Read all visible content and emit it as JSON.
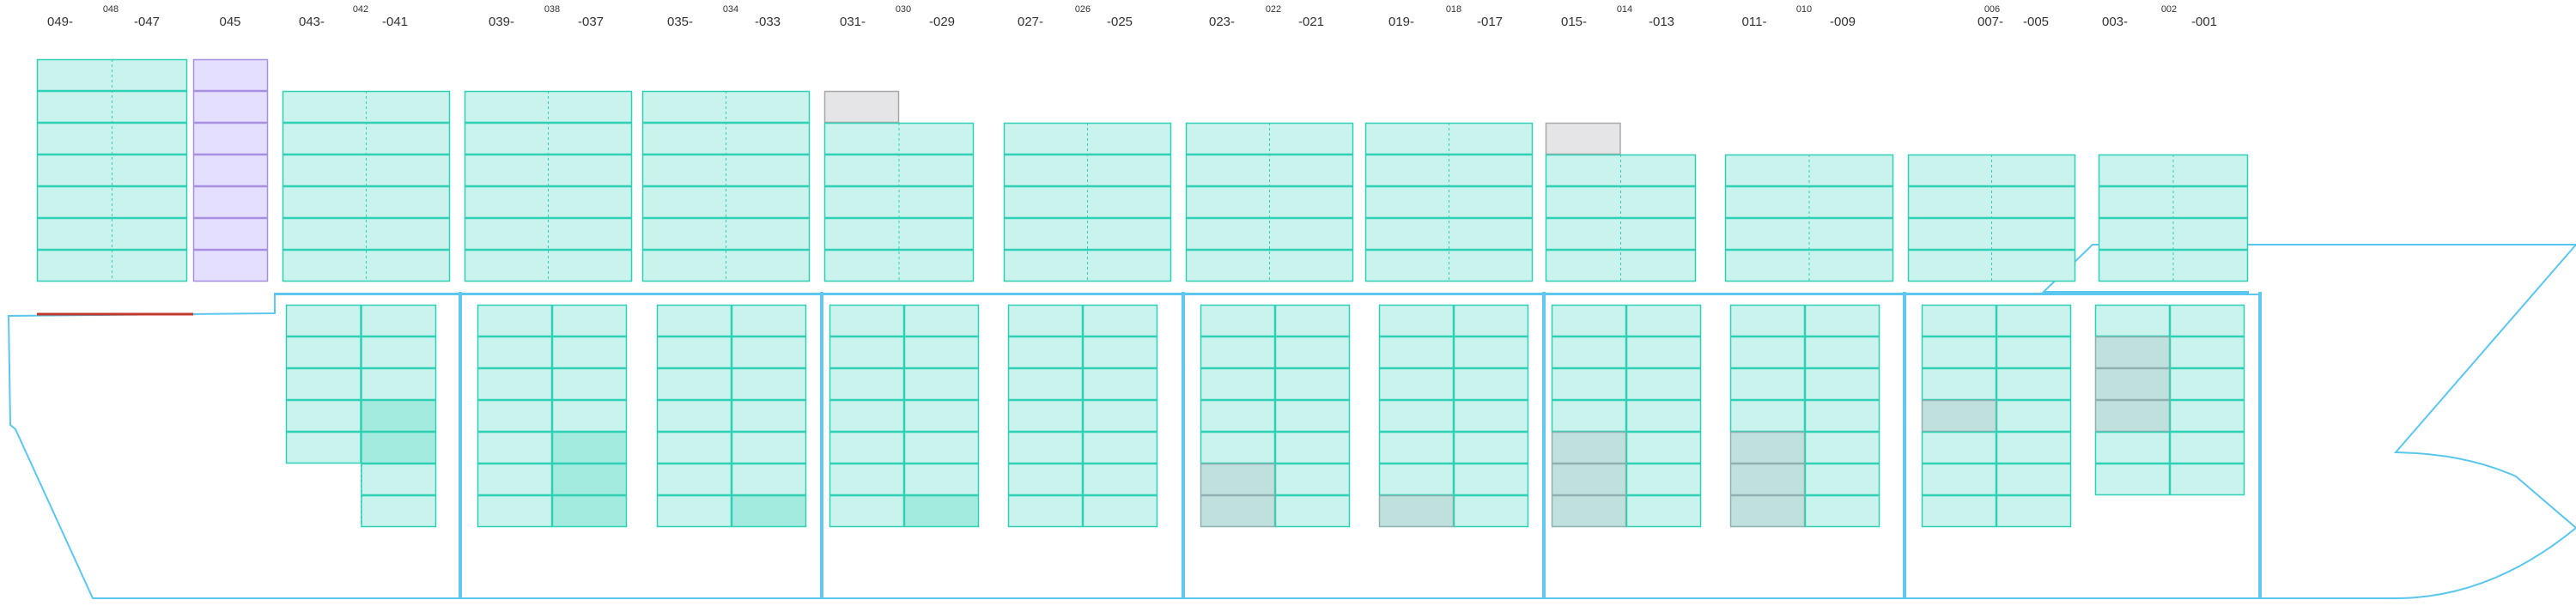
{
  "colors": {
    "hull": "#5bc6ee",
    "bulkhead": "#62c8f2",
    "cell_fill": "#c9f3ec",
    "cell_stroke": "#2fd0b5",
    "cell_hi_fill": "#a3eadf",
    "cell_reefer_fill": "#c0e0de",
    "cell_reefer_stroke": "#8fb0b0",
    "cell_grey_fill": "#e5e5e7",
    "cell_grey_stroke": "#a8a8a8",
    "cell_purple_fill": "#e4deff",
    "cell_purple_stroke": "#a98fe0",
    "red_line": "#c0392b",
    "label": "#333333"
  },
  "bays": [
    {
      "id": "b049",
      "main": "049",
      "sub": "048",
      "right": "047"
    },
    {
      "id": "b045",
      "main": "045",
      "sub": "",
      "right": ""
    },
    {
      "id": "b043",
      "main": "043",
      "sub": "042",
      "right": "041"
    },
    {
      "id": "b039",
      "main": "039",
      "sub": "038",
      "right": "037"
    },
    {
      "id": "b035",
      "main": "035",
      "sub": "034",
      "right": "033"
    },
    {
      "id": "b031",
      "main": "031",
      "sub": "030",
      "right": "029"
    },
    {
      "id": "b027",
      "main": "027",
      "sub": "026",
      "right": "025"
    },
    {
      "id": "b023",
      "main": "023",
      "sub": "022",
      "right": "021"
    },
    {
      "id": "b019",
      "main": "019",
      "sub": "018",
      "right": "017"
    },
    {
      "id": "b015",
      "main": "015",
      "sub": "014",
      "right": "013"
    },
    {
      "id": "b011",
      "main": "011",
      "sub": "010",
      "right": "009"
    },
    {
      "id": "b007",
      "main": "007",
      "sub": "006",
      "right": "005"
    },
    {
      "id": "b003",
      "main": "003",
      "sub": "002",
      "right": "001"
    }
  ],
  "deck_stacks": [
    {
      "bay": "b049",
      "kind": "teal",
      "rows": 7,
      "top": 0,
      "hl": []
    },
    {
      "bay": "b045",
      "kind": "purple",
      "rows": 7,
      "top": 0,
      "hl": []
    },
    {
      "bay": "b043",
      "kind": "teal",
      "rows": 6,
      "top": 0,
      "hl": []
    },
    {
      "bay": "b039",
      "kind": "teal",
      "rows": 6,
      "top": 0,
      "hl": []
    },
    {
      "bay": "b035",
      "kind": "teal",
      "rows": 6,
      "top": 0,
      "hl": []
    },
    {
      "bay": "b031",
      "kind": "teal",
      "rows": 5,
      "top": 1,
      "hl": []
    },
    {
      "bay": "b027",
      "kind": "teal",
      "rows": 5,
      "top": 0,
      "hl": []
    },
    {
      "bay": "b023",
      "kind": "teal",
      "rows": 5,
      "top": 0,
      "hl": []
    },
    {
      "bay": "b019",
      "kind": "teal",
      "rows": 5,
      "top": 0,
      "hl": []
    },
    {
      "bay": "b015",
      "kind": "teal",
      "rows": 4,
      "top": 1,
      "hl": []
    },
    {
      "bay": "b011",
      "kind": "teal",
      "rows": 4,
      "top": 0,
      "hl": []
    },
    {
      "bay": "b007",
      "kind": "teal",
      "rows": 4,
      "top": 0,
      "hl": []
    },
    {
      "bay": "b003",
      "kind": "teal",
      "rows": 4,
      "top": 0,
      "hl": []
    }
  ],
  "hold_stacks": [
    {
      "bay": "b043",
      "rows": 7,
      "hl": []
    },
    {
      "bay": "b039",
      "rows": 7,
      "hl": []
    },
    {
      "bay": "b035",
      "rows": 7,
      "hl": []
    },
    {
      "bay": "b031",
      "rows": 7,
      "hl": []
    },
    {
      "bay": "b027",
      "rows": 7,
      "hl": []
    },
    {
      "bay": "b023",
      "rows": 7,
      "hl": []
    },
    {
      "bay": "b019",
      "rows": 7,
      "hl": []
    },
    {
      "bay": "b015",
      "rows": 7,
      "hl": []
    },
    {
      "bay": "b011",
      "rows": 7,
      "hl": []
    },
    {
      "bay": "b007",
      "rows": 7,
      "hl": []
    },
    {
      "bay": "b003",
      "rows": 6,
      "hl": []
    }
  ]
}
